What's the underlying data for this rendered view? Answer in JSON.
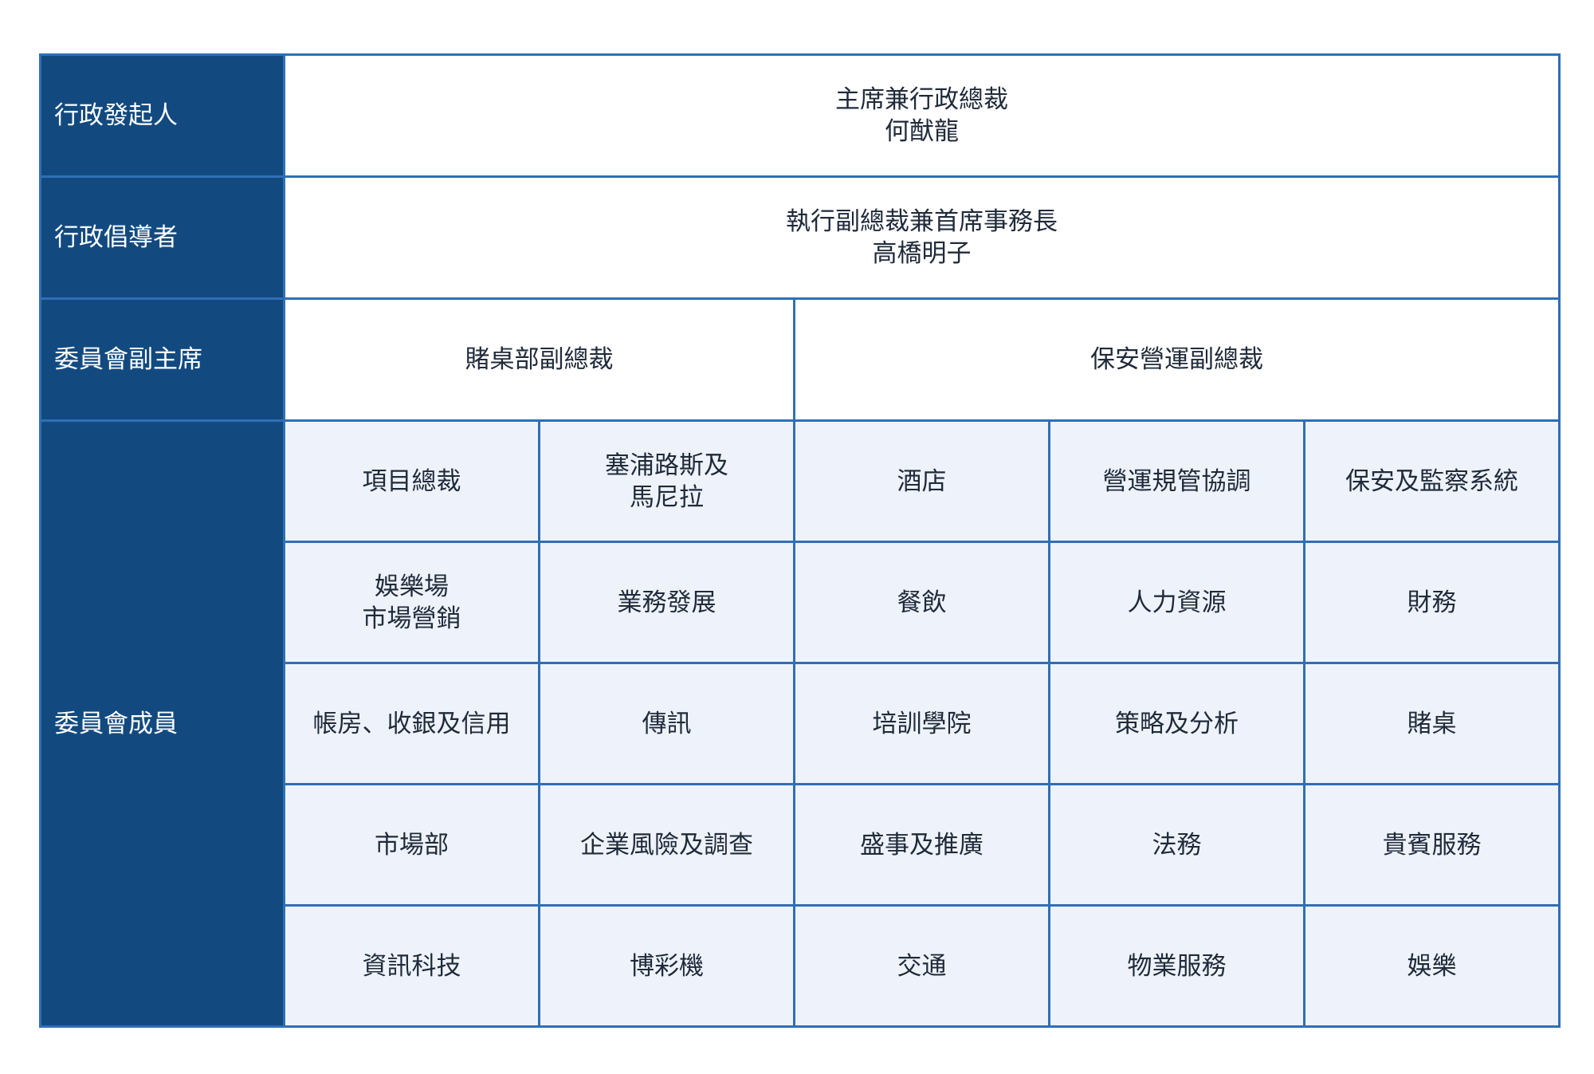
{
  "roles": {
    "sponsor": "行政發起人",
    "champion": "行政倡導者",
    "vice_chairs": "委員會副主席",
    "members": "委員會成員"
  },
  "sponsor": {
    "title": "主席兼行政總裁",
    "name": "何猷龍"
  },
  "champion": {
    "title": "執行副總裁兼首席事務長",
    "name": "高橋明子"
  },
  "vice_chairs": [
    "賭桌部副總裁",
    "保安營運副總裁"
  ],
  "members": [
    [
      [
        "項目總裁"
      ],
      [
        "塞浦路斯及",
        "馬尼拉"
      ],
      [
        "酒店"
      ],
      [
        "營運規管協調"
      ],
      [
        "保安及監察系統"
      ]
    ],
    [
      [
        "娛樂場",
        "市場營銷"
      ],
      [
        "業務發展"
      ],
      [
        "餐飲"
      ],
      [
        "人力資源"
      ],
      [
        "財務"
      ]
    ],
    [
      [
        "帳房、收銀及信用"
      ],
      [
        "傳訊"
      ],
      [
        "培訓學院"
      ],
      [
        "策略及分析"
      ],
      [
        "賭桌"
      ]
    ],
    [
      [
        "市場部"
      ],
      [
        "企業風險及調查"
      ],
      [
        "盛事及推廣"
      ],
      [
        "法務"
      ],
      [
        "貴賓服務"
      ]
    ],
    [
      [
        "資訊科技"
      ],
      [
        "博彩機"
      ],
      [
        "交通"
      ],
      [
        "物業服務"
      ],
      [
        "娛樂"
      ]
    ]
  ]
}
